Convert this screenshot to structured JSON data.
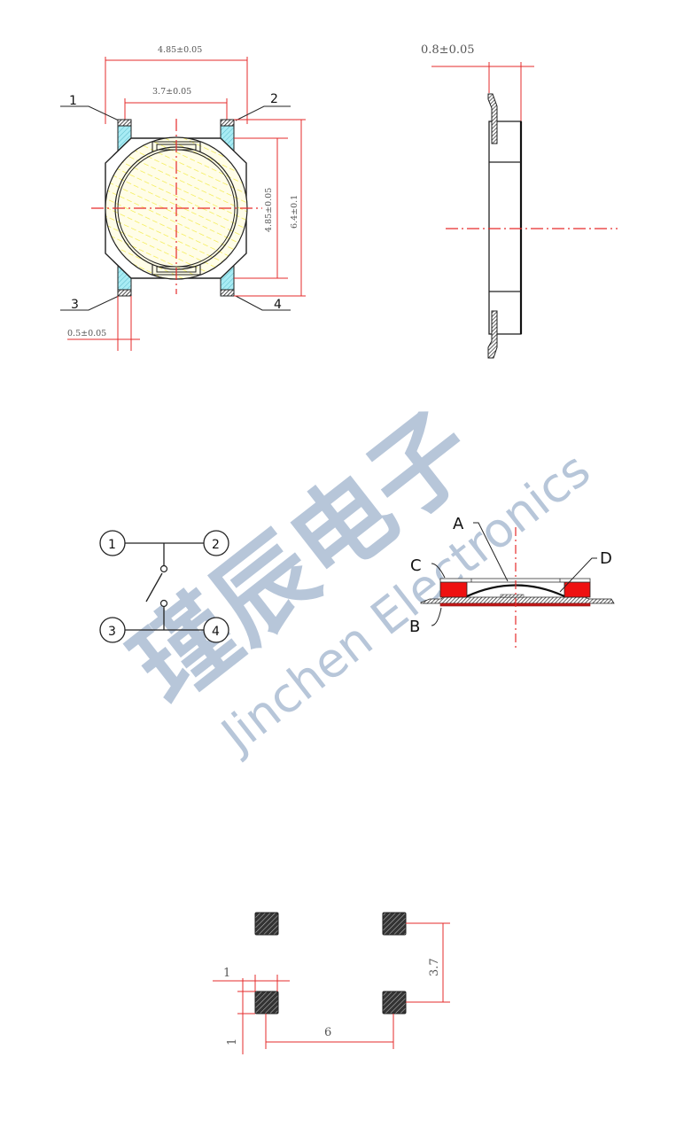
{
  "watermark": {
    "chinese": "瑾辰电子",
    "english": "Jinchen Electronics",
    "color": "#b7c6d9"
  },
  "top_view": {
    "dims": {
      "overall_width": "4.85±0.05",
      "inner_width": "3.7±0.05",
      "body_height": "4.85±0.05",
      "overall_height": "6.4±0.1",
      "terminal_width": "0.5±0.05"
    },
    "pins": [
      "1",
      "2",
      "3",
      "4"
    ],
    "colors": {
      "dimension": "#e62b2b",
      "terminal_fill": "#9ee6f0",
      "dome_hatch": "#f5f07a"
    }
  },
  "side_view": {
    "dims": {
      "thickness": "0.8±0.05"
    }
  },
  "schematic": {
    "pins": [
      "1",
      "2",
      "3",
      "4"
    ]
  },
  "cross_section": {
    "labels": [
      "A",
      "B",
      "C",
      "D"
    ],
    "colors": {
      "spacer": "#ee1111"
    }
  },
  "footprint": {
    "dims": {
      "pad_size_h": "1",
      "pad_size_v": "1",
      "pitch_x": "6",
      "pitch_y": "3.7"
    }
  }
}
